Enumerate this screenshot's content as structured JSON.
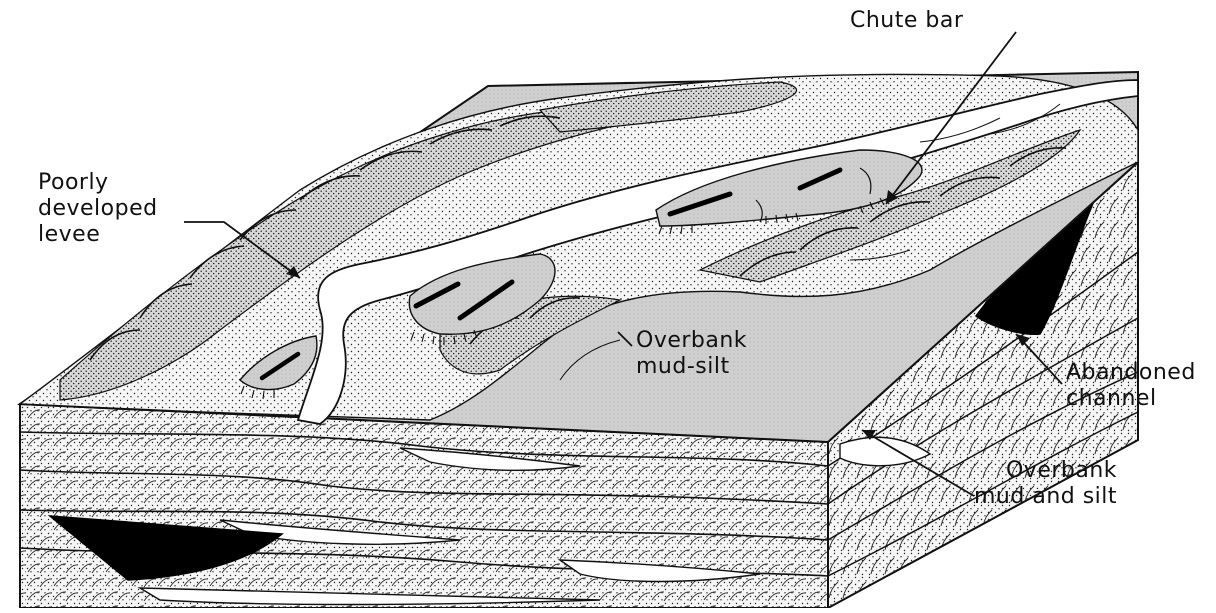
{
  "labels": {
    "chute_bar": "Chute bar",
    "levee": [
      "Poorly",
      "developed",
      "levee"
    ],
    "overbank_mud_silt": [
      "Overbank",
      "mud-silt"
    ],
    "abandoned_channel": [
      "Abandoned",
      "channel"
    ],
    "overbank_mud_and_silt": [
      "Overbank",
      "mud and silt"
    ]
  },
  "colors": {
    "ink": "#111111",
    "floodplain_fill": "#cfcfcf",
    "levee_fill": "#e6e6e6",
    "sand_fill": "#f4f4f4",
    "channel_fill": "#ffffff",
    "abandoned_fill": "#000000"
  }
}
